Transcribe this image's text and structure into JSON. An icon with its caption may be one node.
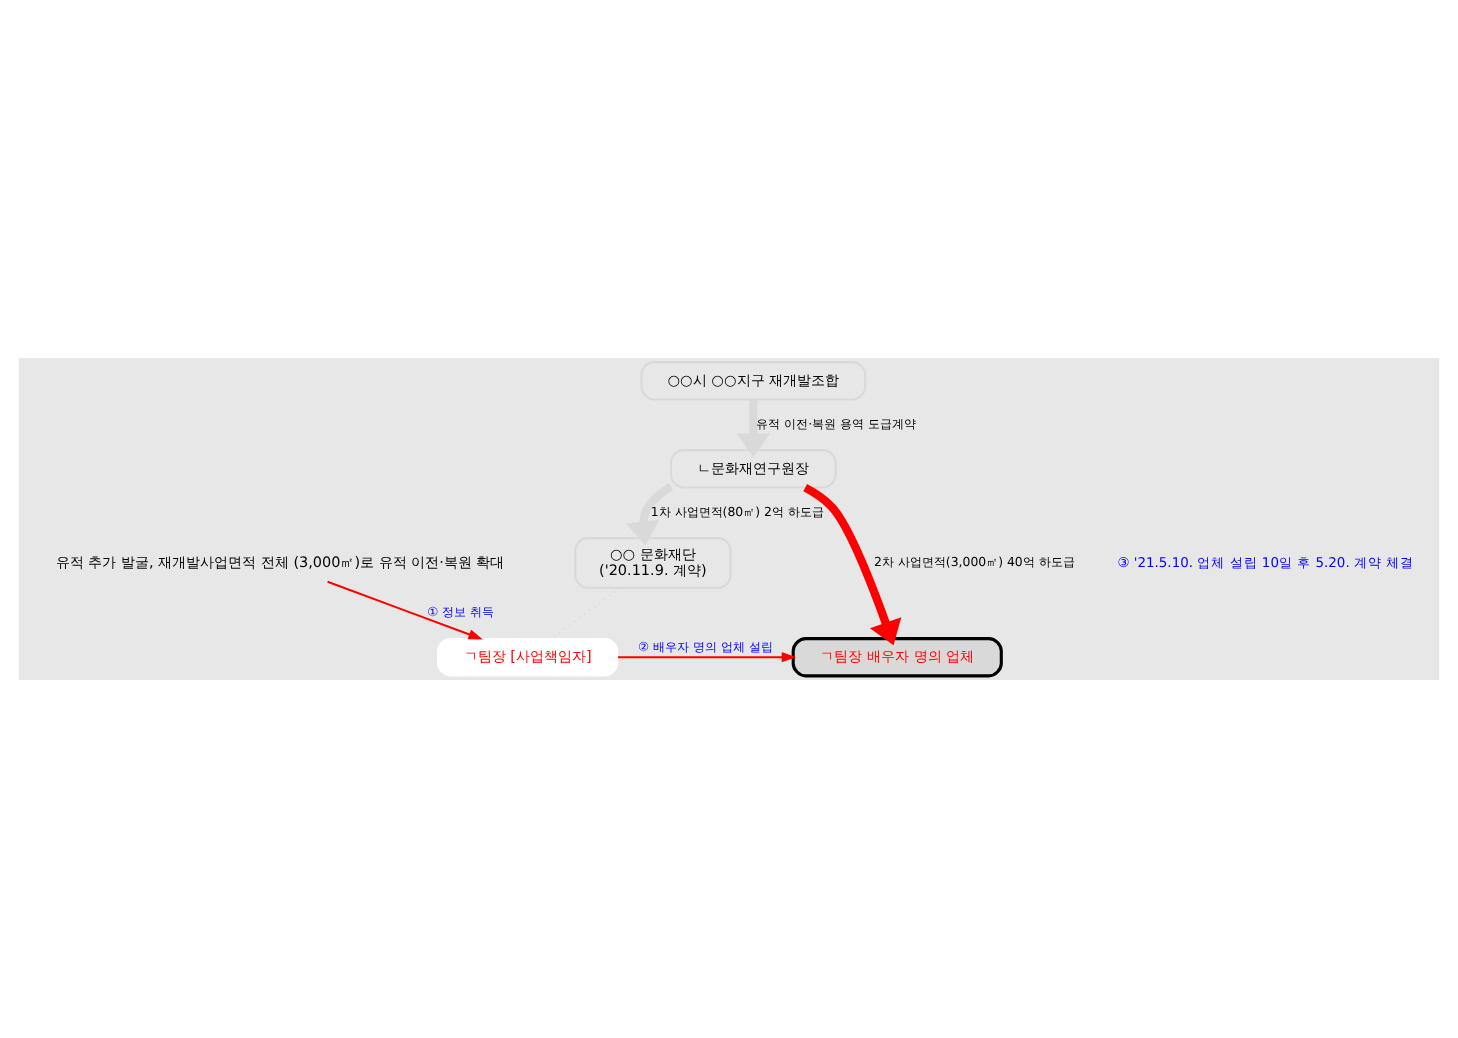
{
  "diagram": {
    "nodes": [
      {
        "text": [
          "○○시 ○○지구 재개발조합"
        ]
      },
      {
        "text": [
          "ㄴ문화재연구원장"
        ]
      },
      {
        "text": [
          "유적 추가 발굴, 재개발사업면적 전체 (3,000㎡)로 유적 이전·복원 확대"
        ]
      },
      {
        "text": [
          "○○ 문화재단",
          "('20.11.9. 계약)"
        ]
      },
      {
        "text": [
          "ㄱ팀장 [사업책임자]"
        ]
      },
      {
        "text": [
          "ㄱ팀장 배우자 명의 업체"
        ]
      }
    ],
    "edges": [
      {
        "from": 0,
        "to": 1,
        "arrow": "to",
        "label": "유적 이전·복원 용역 도급계약",
        "style": "thick",
        "color": "#d9d9d9"
      },
      {
        "from": 1,
        "to": 3,
        "arrow": "to",
        "label": "1차 사업면적(80㎡) 2억 하도급",
        "style": "thick",
        "color": "#d9d9d9"
      },
      {
        "from": 1,
        "to": 5,
        "arrow": "to",
        "label": "2차 사업면적(3,000㎡) 40억 하도급",
        "style": "thick",
        "color": "#ff0000"
      },
      {
        "from": 2,
        "to": 4,
        "arrow": "to",
        "label": "① 정보 취득",
        "color": "#ff0000"
      },
      {
        "from": 3,
        "to": 4,
        "arrow": "none",
        "style": "dashed",
        "color": "#d9d9d9"
      },
      {
        "from": 4,
        "to": 5,
        "arrow": "to",
        "label": "② 배우자 명의 업체 설립",
        "color": "#ff0000"
      }
    ],
    "labels": [
      "③ '21.5.10. 업체 설립 10일 후 5.20. 계약 체결"
    ]
  }
}
